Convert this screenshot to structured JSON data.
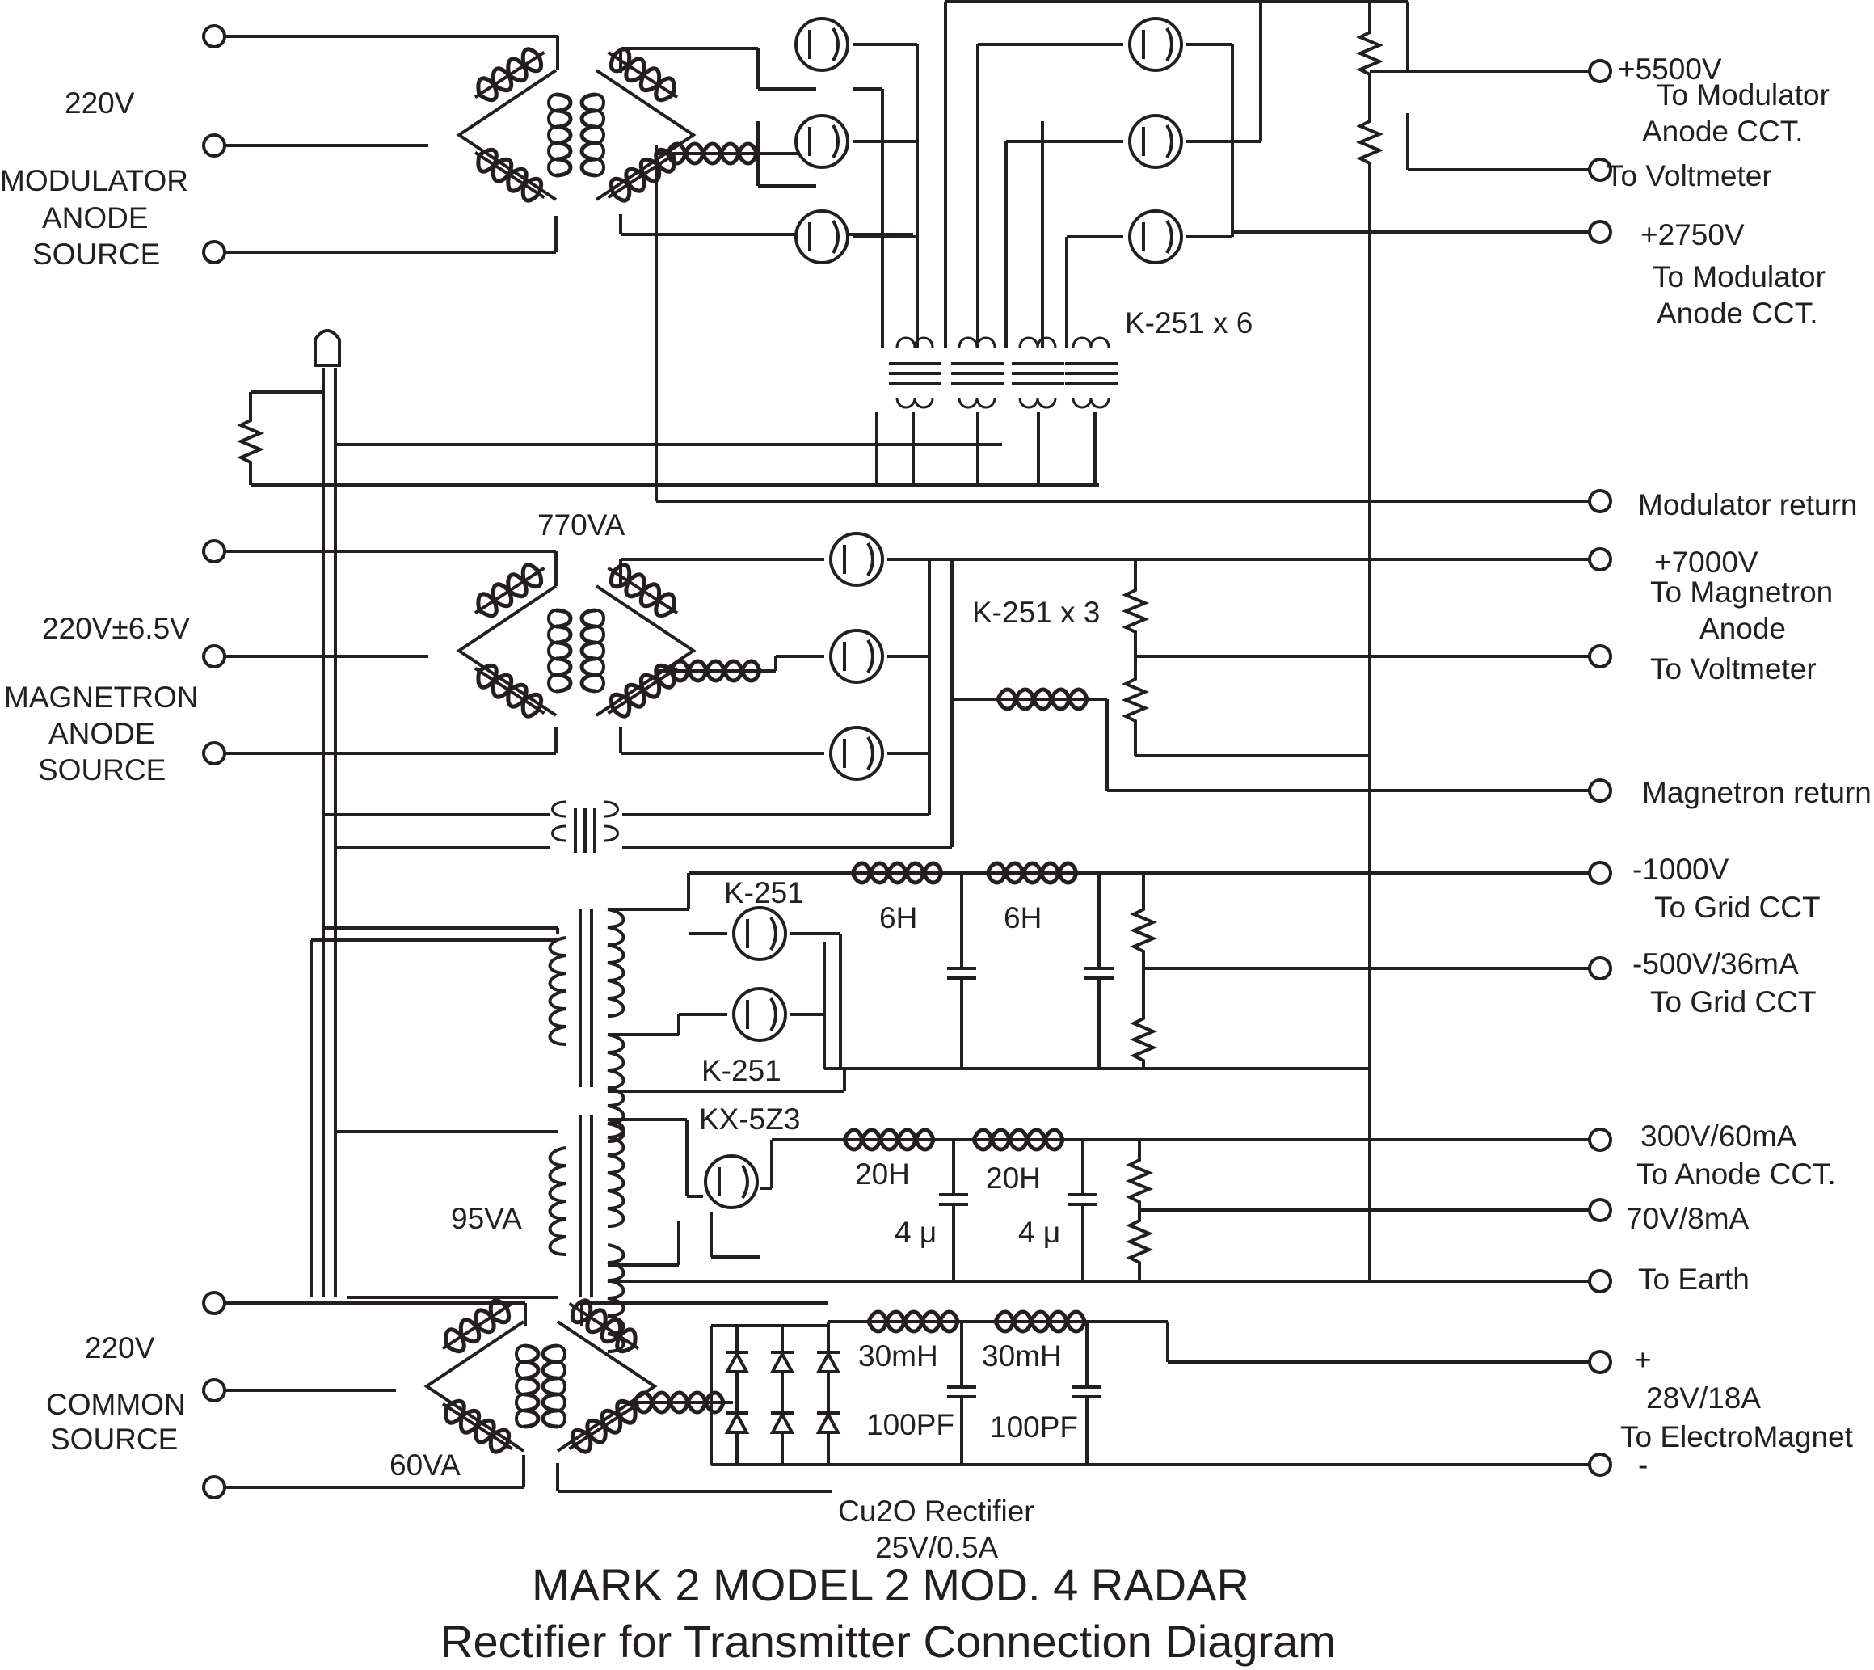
{
  "diagram": {
    "title": "MARK 2 MODEL 2 MOD. 4 RADAR",
    "subtitle": "Rectifier for Transmitter Connection Diagram",
    "sources": {
      "modulator": {
        "voltage": "220V",
        "name_lines": [
          "MODULATOR",
          "ANODE",
          "SOURCE"
        ]
      },
      "magnetron": {
        "voltage": "220V±6.5V",
        "name_lines": [
          "MAGNETRON",
          "ANODE",
          "SOURCE"
        ]
      },
      "common": {
        "voltage": "220V",
        "name_lines": [
          "COMMON",
          "SOURCE"
        ]
      }
    },
    "component_labels": {
      "tubes_6": "K-251 x 6",
      "tubes_3": "K-251 x 3",
      "va_770": "770VA",
      "tube_a": "K-251",
      "tube_b": "K-251",
      "kx5z3": "KX-5Z3",
      "va_95": "95VA",
      "va_60": "60VA",
      "choke_6h_1": "6H",
      "choke_6h_2": "6H",
      "choke_20h_1": "20H",
      "choke_20h_2": "20H",
      "cap_4u_1": "4 μ",
      "cap_4u_2": "4 μ",
      "choke_30mh_1": "30mH",
      "choke_30mh_2": "30mH",
      "cap_100pf_1": "100PF",
      "cap_100pf_2": "100PF",
      "cu2o_line1": "Cu2O Rectifier",
      "cu2o_line2": "25V/0.5A"
    },
    "outputs": {
      "plus5500": "+5500V",
      "mod_anode_1a": "To Modulator",
      "mod_anode_1b": "Anode CCT.",
      "voltmeter_1": "To Voltmeter",
      "plus2750": "+2750V",
      "mod_anode_2a": "To Modulator",
      "mod_anode_2b": "Anode CCT.",
      "modulator_return": "Modulator return",
      "plus7000": "+7000V",
      "magnetron_anode_a": "To Magnetron",
      "magnetron_anode_b": "Anode",
      "voltmeter_2": "To Voltmeter",
      "magnetron_return": "Magnetron return",
      "minus1000": "-1000V",
      "grid_1": "To Grid CCT",
      "minus500": "-500V/36mA",
      "grid_2": "To Grid CCT",
      "v300": "300V/60mA",
      "anode_cct": "To Anode CCT.",
      "v70": "70V/8mA",
      "earth": "To Earth",
      "plus": "+",
      "v28": "28V/18A",
      "electromagnet": "To ElectroMagnet",
      "minus": "-"
    }
  }
}
